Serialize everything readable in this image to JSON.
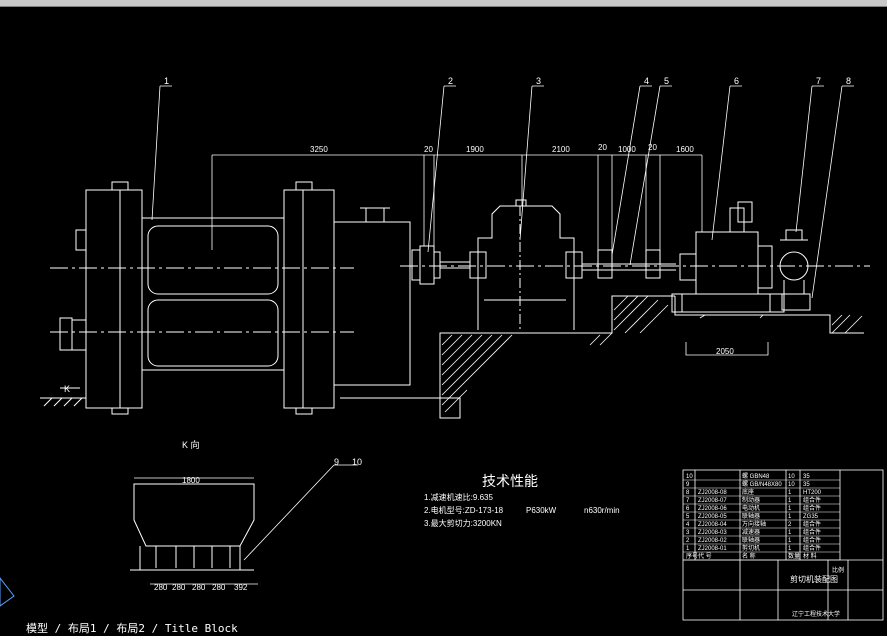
{
  "balloons": [
    "1",
    "2",
    "3",
    "4",
    "5",
    "6",
    "7",
    "8",
    "9",
    "10"
  ],
  "dimensions": {
    "d3250": "3250",
    "d20a": "20",
    "d1900": "1900",
    "d2100": "2100",
    "d20b": "20",
    "d1000": "1000",
    "d20c": "20",
    "d1600": "1600",
    "d2050": "2050",
    "d1800": "1800",
    "d280a": "280",
    "d280b": "280",
    "d280c": "280",
    "d280d": "280",
    "d392": "392"
  },
  "view_label_k": "K",
  "view_k_title": "K 向",
  "tech": {
    "title": "技术性能",
    "line1": "1.减速机速比:9.635",
    "line2a": "2.电机型号:ZD-173-18",
    "line2b": "P630kW",
    "line2c": "n630r/min",
    "line3": "3.最大剪切力:3200KN"
  },
  "bom_rows": [
    {
      "no": "10",
      "code": "",
      "name": "螺 GBN48",
      "qty": "10",
      "mat": "35"
    },
    {
      "no": "9",
      "code": "",
      "name": "螺 GB/N48X80",
      "qty": "10",
      "mat": "35"
    },
    {
      "no": "8",
      "code": "ZJ2008-08",
      "name": "底座",
      "qty": "1",
      "mat": "HT200"
    },
    {
      "no": "7",
      "code": "ZJ2008-07",
      "name": "制动器",
      "qty": "1",
      "mat": "组合件"
    },
    {
      "no": "6",
      "code": "ZJ2008-06",
      "name": "电动机",
      "qty": "1",
      "mat": "组合件"
    },
    {
      "no": "5",
      "code": "ZJ2008-05",
      "name": "联轴器",
      "qty": "1",
      "mat": "ZG35"
    },
    {
      "no": "4",
      "code": "ZJ2008-04",
      "name": "万向接轴",
      "qty": "2",
      "mat": "组合件"
    },
    {
      "no": "3",
      "code": "ZJ2008-03",
      "name": "减速器",
      "qty": "1",
      "mat": "组合件"
    },
    {
      "no": "2",
      "code": "ZJ2008-02",
      "name": "联轴器",
      "qty": "1",
      "mat": "组合件"
    },
    {
      "no": "1",
      "code": "ZJ2008-01",
      "name": "剪切机",
      "qty": "1",
      "mat": "组合件"
    }
  ],
  "bom_header": {
    "no": "序号",
    "code": "代 号",
    "name": "名 称",
    "qty": "数量",
    "mat": "材 料"
  },
  "title_block": {
    "drawing_name": "剪切机装配图",
    "scale_label": "比例",
    "school": "辽宁工程技术大学"
  },
  "command_line": "模型 / 布局1 / 布局2 / Title Block"
}
